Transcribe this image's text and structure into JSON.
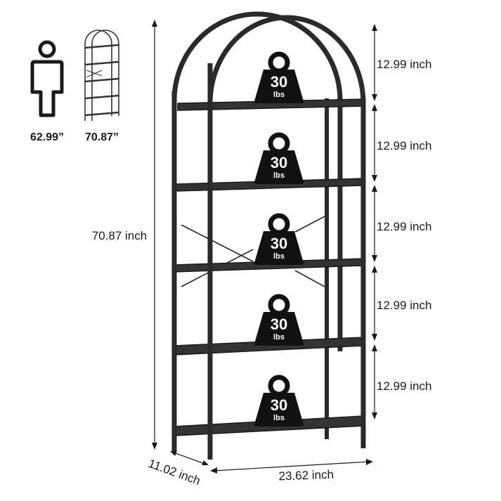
{
  "comparison": {
    "person_height": "62.99”",
    "shelf_height": "70.87”"
  },
  "dimensions": {
    "total_height": "70.87 inch",
    "depth": "11.02 inch",
    "width": "23.62 inch",
    "tier_spacing": [
      "12.99 inch",
      "12.99 inch",
      "12.99 inch",
      "12.99 inch",
      "12.99 inch"
    ]
  },
  "weights": [
    {
      "value": "30",
      "unit": "lbs"
    },
    {
      "value": "30",
      "unit": "lbs"
    },
    {
      "value": "30",
      "unit": "lbs"
    },
    {
      "value": "30",
      "unit": "lbs"
    },
    {
      "value": "30",
      "unit": "lbs"
    }
  ],
  "colors": {
    "frame": "#2a2a2a",
    "shelf": "#333333",
    "weight": "#111111",
    "line": "#1a1a1a"
  },
  "icons": [
    "person-icon",
    "shelf-thumbnail-icon",
    "weight-icon"
  ]
}
